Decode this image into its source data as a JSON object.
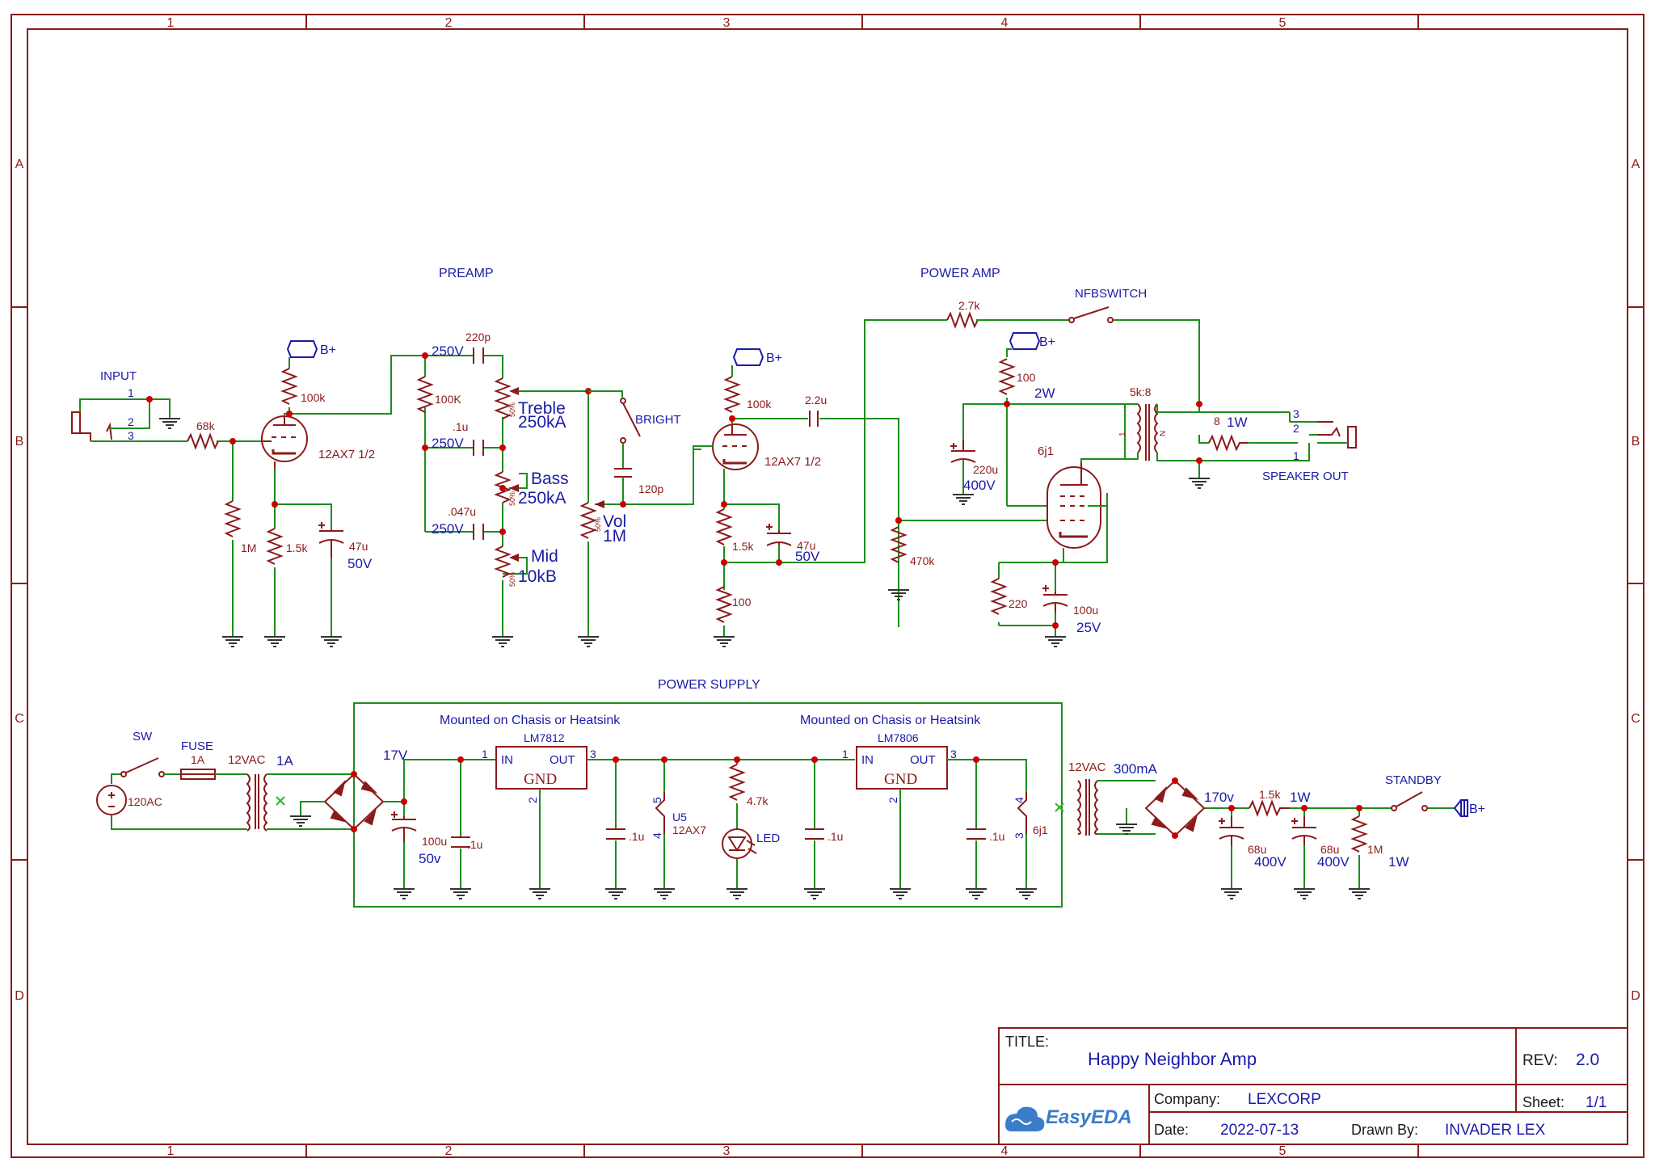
{
  "frame": {
    "columns": [
      "1",
      "2",
      "3",
      "4",
      "5"
    ],
    "rows": [
      "A",
      "B",
      "C",
      "D"
    ]
  },
  "sections": {
    "preamp": "PREAMP",
    "power_amp": "POWER AMP",
    "power_supply": "POWER SUPPLY"
  },
  "preamp": {
    "input_label": "INPUT",
    "jack_pins": [
      "1",
      "2",
      "3"
    ],
    "r_grid": "68k",
    "r_grid_leak": "1M",
    "r_plate": "100k",
    "r_cathode": "1.5k",
    "c_cathode_value": "47u",
    "c_cathode_voltage": "50V",
    "tube_label": "12AX7 1/2",
    "bplus": "B+",
    "r_tone_ref": "100K",
    "c_treble_value": "220p",
    "c_treble_voltage": "250V",
    "c_bass_value": ".1u",
    "c_bass_voltage": "250V",
    "c_mid_value": ".047u",
    "c_mid_voltage": "250V",
    "treble_name": "Treble",
    "treble_value": "250kA",
    "bass_name": "Bass",
    "bass_value": "250kA",
    "mid_name": "Mid",
    "mid_value": "10kB",
    "pot_pct": "50%",
    "vol_name": "Vol",
    "vol_value": "1M",
    "bright_label": "BRIGHT",
    "c_bright": "120p"
  },
  "power_amp": {
    "r_fb": "2.7k",
    "nfb_label": "NFBSWITCH",
    "bplus": "B+",
    "r_plate2": "100k",
    "tube2_label": "12AX7 1/2",
    "c_coupling": "2.2u",
    "r_cathode2": "1.5k",
    "c_cathode2_value": "47u",
    "c_cathode2_voltage": "50V",
    "r_cathode2b": "100",
    "r_grid_470k": "470k",
    "r_screen": "100",
    "r_screen_watt": "2W",
    "c_filter_value": "220u",
    "c_filter_voltage": "400V",
    "tube3_label": "6j1",
    "r_cathode3": "220",
    "c_cathode3_value": "100u",
    "c_cathode3_voltage": "25V",
    "transformer_label": "5k:8",
    "xfmr_pin_left": "1",
    "xfmr_pin_right": "N",
    "r_load_value": "8",
    "r_load_watt": "1W",
    "spk_pins": [
      "3",
      "2",
      "1"
    ],
    "speaker_out": "SPEAKER OUT"
  },
  "power_supply": {
    "sw_label": "SW",
    "ac_label": "120AC",
    "fuse_label": "FUSE",
    "fuse_rating": "1A",
    "xfmr_v": "12VAC",
    "xfmr_a": "1A",
    "dc_v": "17V",
    "heatsink_note": "Mounted on Chasis or Heatsink",
    "reg1": "LM7812",
    "reg2": "LM7806",
    "reg_in": "IN",
    "reg_out": "OUT",
    "reg_gnd": "GND",
    "pin1": "1",
    "pin2": "2",
    "pin3": "3",
    "c_bulk_value": "100u",
    "c_bulk_voltage": "50v",
    "c_bypass": ".1u",
    "u5_label": "U5",
    "u5_tube": "12AX7",
    "u5_pins": [
      "5",
      "4"
    ],
    "r_led": "4.7k",
    "led_label": "LED",
    "htr_pins": [
      "4",
      "3"
    ],
    "htr_label": "6j1",
    "xfmr2_v": "12VAC",
    "xfmr2_a": "300mA",
    "hv": "170v",
    "r_hv": "1.5k",
    "r_hv_watt": "1W",
    "c_hv1_value": "68u",
    "c_hv1_voltage": "400V",
    "c_hv2_value": "68u",
    "c_hv2_voltage": "400V",
    "r_bleed_value": "1M",
    "r_bleed_watt": "1W",
    "standby_label": "STANDBY",
    "bplus": "B+"
  },
  "title_block": {
    "title_label": "TITLE:",
    "title": "Happy Neighbor Amp",
    "rev_label": "REV:",
    "rev": "2.0",
    "company_label": "Company:",
    "company": "LEXCORP",
    "sheet_label": "Sheet:",
    "sheet": "1/1",
    "date_label": "Date:",
    "date": "2022-07-13",
    "drawn_label": "Drawn By:",
    "drawn_by": "INVADER LEX",
    "logo_text": "EasyEDA"
  },
  "colors": {
    "wire": "#1e8c1e",
    "component": "#8b1a1a",
    "label": "#1a1aa8",
    "frame": "#8b1a1a",
    "junction": "#cc0000"
  }
}
